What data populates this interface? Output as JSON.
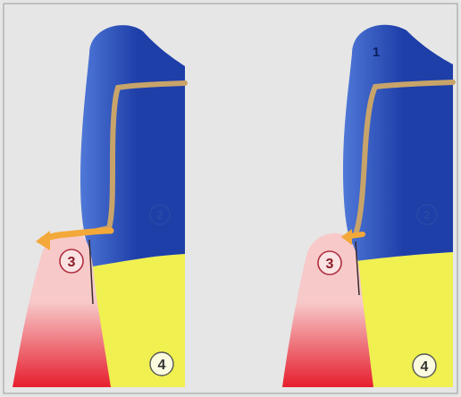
{
  "diagram": {
    "panels": [
      {
        "side": "left",
        "labels": {
          "crown": "",
          "dentin": "2",
          "gingiva": "3",
          "root": "4"
        }
      },
      {
        "side": "right",
        "labels": {
          "crown": "1",
          "dentin": "2",
          "gingiva": "3",
          "root": "4"
        }
      }
    ]
  },
  "colors": {
    "background": "#e6e6e6",
    "border": "#9a9a9a",
    "enamel_light": "#4f78d8",
    "enamel_dark": "#1e3ea8",
    "dentin_line": "#c8a46a",
    "root_yellow": "#f0f050",
    "gum_light": "#f7c9c9",
    "gum_dark": "#e61e2e",
    "arrow_orange": "#f3a83a"
  }
}
